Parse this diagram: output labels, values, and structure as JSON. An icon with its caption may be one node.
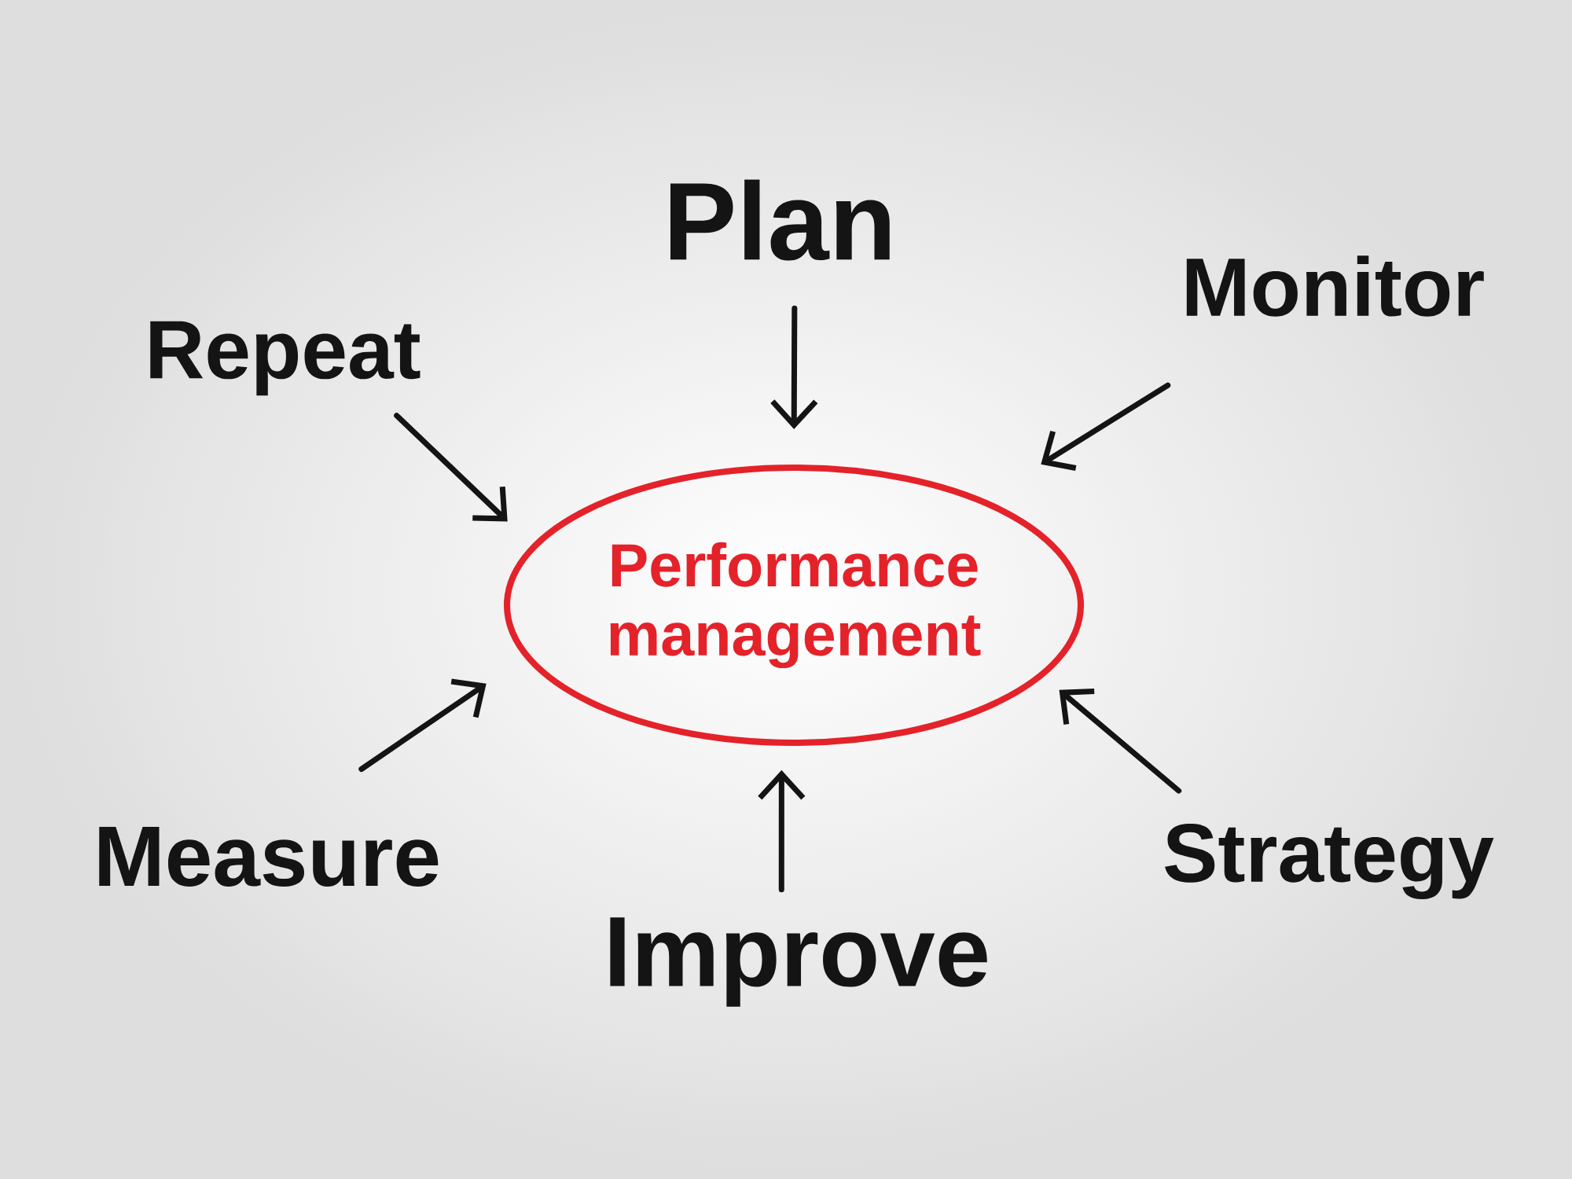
{
  "diagram": {
    "nodes": [
      {
        "text": [
          "Performance management"
        ]
      },
      {
        "text": [
          "Plan"
        ]
      },
      {
        "text": [
          "Monitor"
        ]
      },
      {
        "text": [
          "Strategy"
        ]
      },
      {
        "text": [
          "Improve"
        ]
      },
      {
        "text": [
          "Measure"
        ]
      },
      {
        "text": [
          "Repeat"
        ]
      }
    ],
    "edges": [
      {
        "from": 1,
        "to": 0,
        "arrow": "to"
      },
      {
        "from": 2,
        "to": 0,
        "arrow": "to"
      },
      {
        "from": 3,
        "to": 0,
        "arrow": "to"
      },
      {
        "from": 4,
        "to": 0,
        "arrow": "to"
      },
      {
        "from": 5,
        "to": 0,
        "arrow": "to"
      },
      {
        "from": 6,
        "to": 0,
        "arrow": "to"
      }
    ]
  }
}
